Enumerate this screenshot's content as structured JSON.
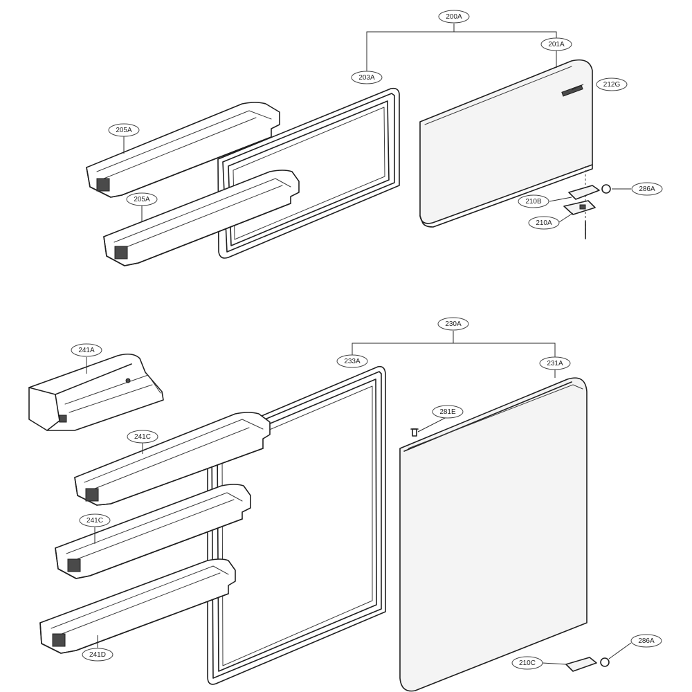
{
  "callouts": [
    {
      "id": "200A",
      "label": "200A"
    },
    {
      "id": "201A",
      "label": "201A"
    },
    {
      "id": "203A",
      "label": "203A"
    },
    {
      "id": "212G",
      "label": "212G"
    },
    {
      "id": "205A-top",
      "label": "205A"
    },
    {
      "id": "205A-bottom",
      "label": "205A"
    },
    {
      "id": "286A-top",
      "label": "286A"
    },
    {
      "id": "210B",
      "label": "210B"
    },
    {
      "id": "210A",
      "label": "210A"
    },
    {
      "id": "230A",
      "label": "230A"
    },
    {
      "id": "241A",
      "label": "241A"
    },
    {
      "id": "233A",
      "label": "233A"
    },
    {
      "id": "231A",
      "label": "231A"
    },
    {
      "id": "281E",
      "label": "281E"
    },
    {
      "id": "241C-top",
      "label": "241C"
    },
    {
      "id": "241C-bottom",
      "label": "241C"
    },
    {
      "id": "241D",
      "label": "241D"
    },
    {
      "id": "286A-bottom",
      "label": "286A"
    },
    {
      "id": "210C",
      "label": "210C"
    }
  ]
}
